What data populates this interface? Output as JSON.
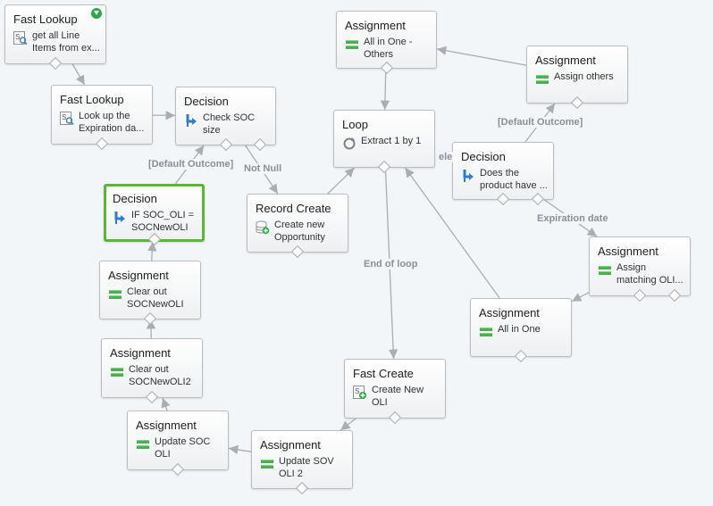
{
  "nodes": [
    {
      "id": "fl1",
      "type": "Fast Lookup",
      "label": "get all Line Items from ex...",
      "icon": "fast-lookup-icon",
      "badge": "start-icon"
    },
    {
      "id": "fl2",
      "type": "Fast Lookup",
      "label": "Look up the Expiration da...",
      "icon": "fast-lookup-icon"
    },
    {
      "id": "dec1",
      "type": "Decision",
      "label": "Check SOC size",
      "icon": "decision-icon"
    },
    {
      "id": "dec2",
      "type": "Decision",
      "label": "IF SOC_OLI = SOCNewOLI",
      "icon": "decision-icon",
      "selected": true
    },
    {
      "id": "rc1",
      "type": "Record Create",
      "label": "Create new Opportunity",
      "icon": "record-create-icon"
    },
    {
      "id": "asgTop",
      "type": "Assignment",
      "label": "All in One - Others",
      "icon": "assignment-icon"
    },
    {
      "id": "loop",
      "type": "Loop",
      "label": "Extract 1 by 1",
      "icon": "loop-icon"
    },
    {
      "id": "asgOthers",
      "type": "Assignment",
      "label": "Assign others",
      "icon": "assignment-icon"
    },
    {
      "id": "dec3",
      "type": "Decision",
      "label": "Does the product have ...",
      "icon": "decision-icon"
    },
    {
      "id": "asgMatch",
      "type": "Assignment",
      "label": "Assign matching OLI...",
      "icon": "assignment-icon"
    },
    {
      "id": "asgAll",
      "type": "Assignment",
      "label": "All in One",
      "icon": "assignment-icon"
    },
    {
      "id": "asgClear1",
      "type": "Assignment",
      "label": "Clear out SOCNewOLI",
      "icon": "assignment-icon"
    },
    {
      "id": "asgClear2",
      "type": "Assignment",
      "label": "Clear out SOCNewOLI2",
      "icon": "assignment-icon"
    },
    {
      "id": "asgUpd1",
      "type": "Assignment",
      "label": "Update SOC OLI",
      "icon": "assignment-icon"
    },
    {
      "id": "asgUpd2",
      "type": "Assignment",
      "label": "Update SOV OLI 2",
      "icon": "assignment-icon"
    },
    {
      "id": "fc1",
      "type": "Fast Create",
      "label": "Create New OLI",
      "icon": "fast-create-icon"
    }
  ],
  "edge_labels": {
    "default_outcome_1": "[Default Outcome]",
    "not_null": "Not Null",
    "default_outcome_2": "[Default Outcome]",
    "else_truncated": "ele",
    "expiration_date": "Expiration date",
    "end_of_loop": "End of loop"
  },
  "edges": [
    {
      "from": "fl1",
      "to": "fl2"
    },
    {
      "from": "fl2",
      "to": "dec1"
    },
    {
      "from": "dec1",
      "to": "rc1",
      "label": "not_null"
    },
    {
      "from": "dec2",
      "to": "dec1",
      "label": "default_outcome_1"
    },
    {
      "from": "rc1",
      "to": "loop"
    },
    {
      "from": "asgTop",
      "to": "loop"
    },
    {
      "from": "asgOthers",
      "to": "asgTop"
    },
    {
      "from": "dec3",
      "to": "asgOthers",
      "label": "default_outcome_2"
    },
    {
      "from": "dec3",
      "to": "asgMatch",
      "label": "expiration_date"
    },
    {
      "from": "asgMatch",
      "to": "asgAll"
    },
    {
      "from": "asgAll",
      "to": "loop"
    },
    {
      "from": "loop",
      "to": "fc1",
      "label": "end_of_loop"
    },
    {
      "from": "fc1",
      "to": "asgUpd2"
    },
    {
      "from": "asgUpd2",
      "to": "asgUpd1"
    },
    {
      "from": "asgUpd1",
      "to": "asgClear2"
    },
    {
      "from": "asgClear2",
      "to": "asgClear1"
    },
    {
      "from": "asgClear1",
      "to": "dec2"
    }
  ],
  "colors": {
    "selected_border": "#5ab732",
    "connector": "#a9aeb3",
    "assignment_icon": "#4caf50",
    "decision_icon": "#2a7fd4",
    "start_badge": "#2aa84a"
  }
}
